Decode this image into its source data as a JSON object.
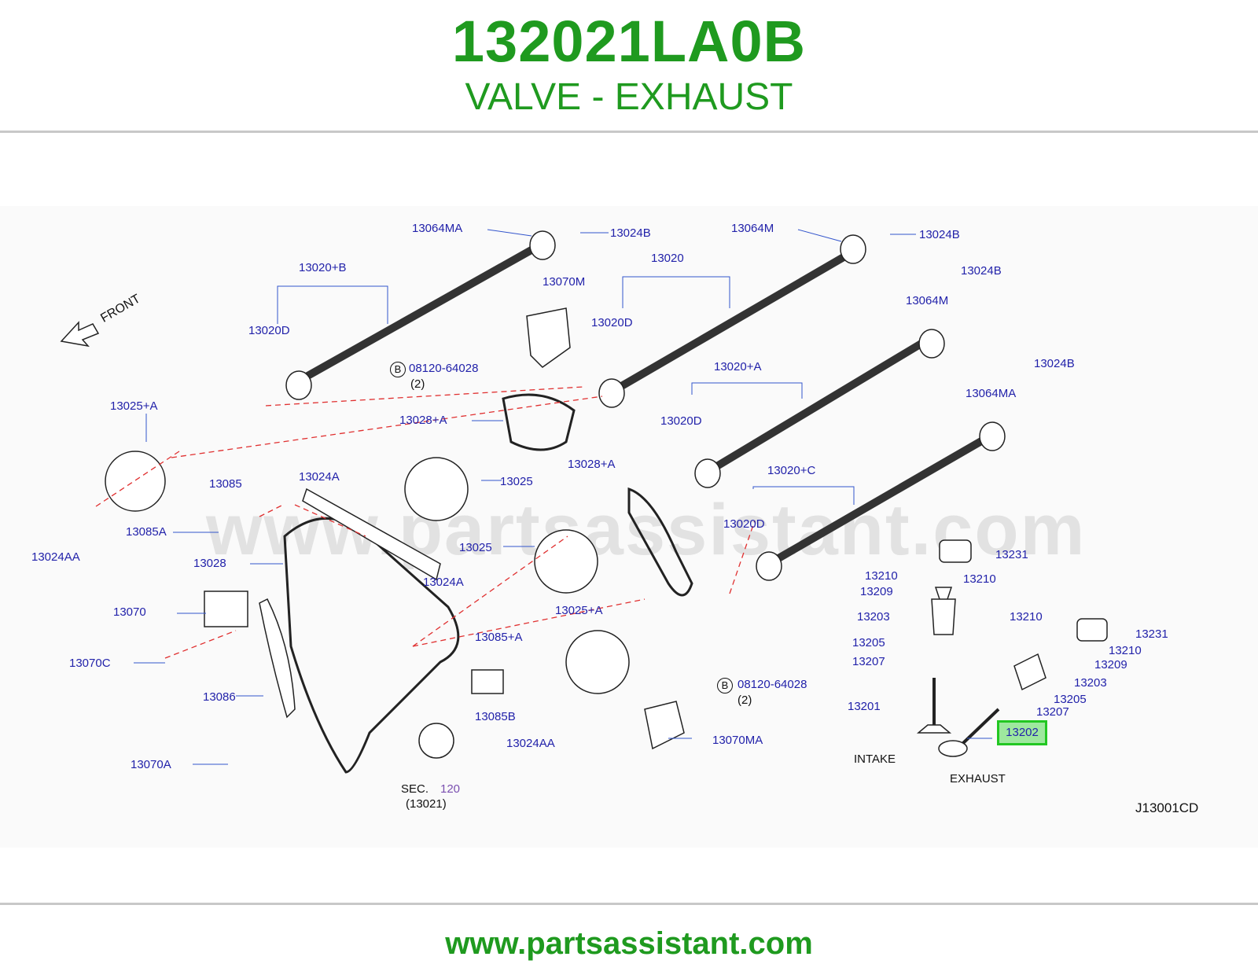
{
  "header": {
    "part_number": "132021LA0B",
    "part_name": "VALVE - EXHAUST"
  },
  "diagram": {
    "watermark": "www.partsassistant.com",
    "front_label": "FRONT",
    "labels": [
      "13064MA",
      "13024B",
      "13064M",
      "13024B",
      "13020+B",
      "13020",
      "13070M",
      "13020D",
      "13020D",
      "13024B",
      "13064M",
      "13024B",
      "08120-64028",
      "(2)",
      "13020+A",
      "13025+A",
      "13028+A",
      "13064MA",
      "13020D",
      "13085",
      "13024A",
      "13025",
      "13028+A",
      "13020+C",
      "13085A",
      "13025",
      "13020D",
      "13024AA",
      "13028",
      "13231",
      "13024A",
      "13210",
      "13210",
      "13209",
      "13070",
      "13025+A",
      "13203",
      "13210",
      "13231",
      "13085+A",
      "13205",
      "13210",
      "13070C",
      "13207",
      "13209",
      "08120-64028",
      "(2)",
      "13203",
      "13086",
      "13205",
      "13201",
      "13085B",
      "13207",
      "13024AA",
      "13070MA",
      "13070A",
      "SEC.",
      "120",
      "(13021)",
      "INTAKE",
      "EXHAUST",
      "J13001CD"
    ],
    "highlighted_part": "13202",
    "bolt_marker": "B"
  },
  "footer": {
    "url": "www.partsassistant.com"
  },
  "colors": {
    "brand_green": "#1f9a1f",
    "label_blue": "#2222aa",
    "highlight_green": "#22c722",
    "leader_red": "#e03030"
  }
}
